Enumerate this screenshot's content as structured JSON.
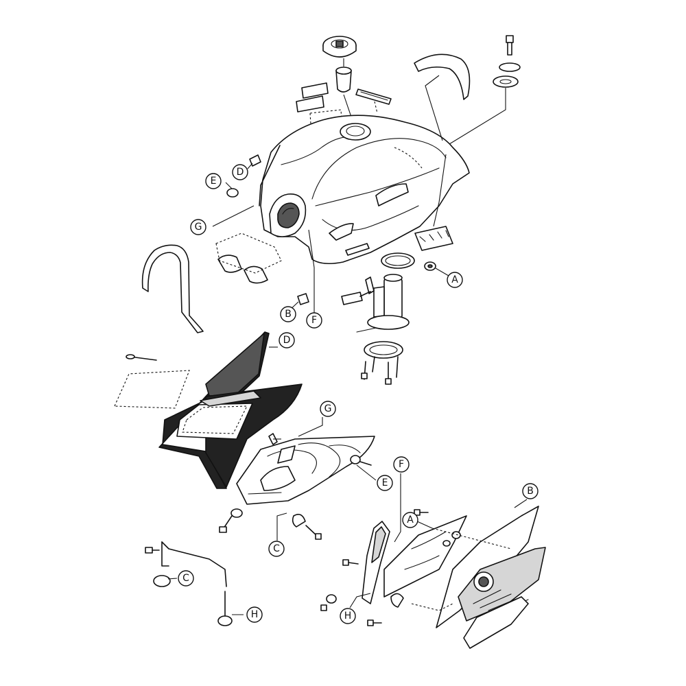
{
  "callouts": {
    "A": "A",
    "B": "B",
    "C": "C",
    "D": "D",
    "E": "E",
    "F": "F",
    "G": "G",
    "H": "H"
  }
}
